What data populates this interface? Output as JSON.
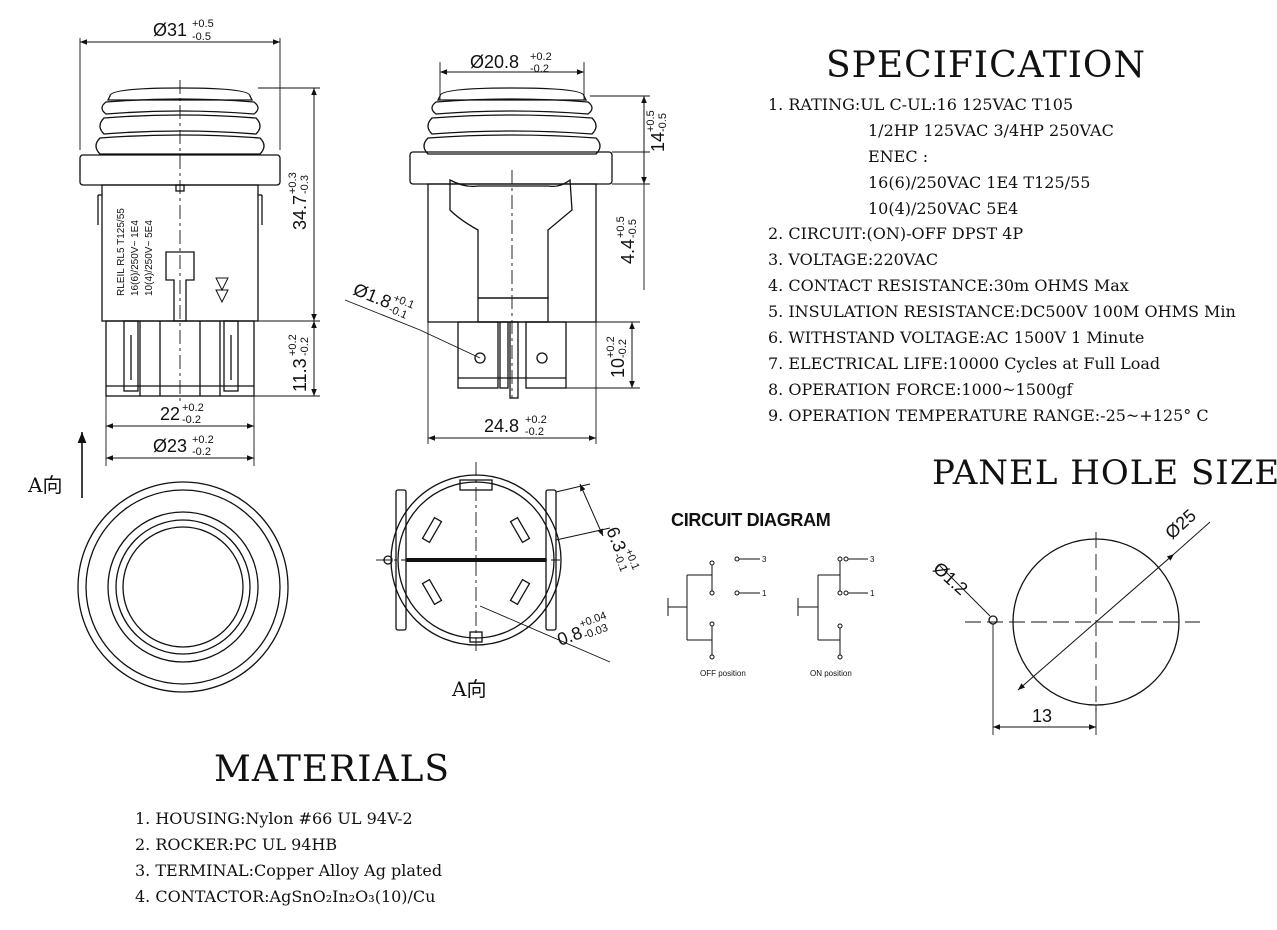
{
  "specification": {
    "title": "SPECIFICATION",
    "items": [
      "1. RATING:UL C-UL:16 125VAC T105",
      "1/2HP 125VAC 3/4HP 250VAC",
      "ENEC :",
      "16(6)/250VAC 1E4 T125/55",
      "10(4)/250VAC 5E4",
      "2. CIRCUIT:(ON)-OFF DPST 4P",
      "3. VOLTAGE:220VAC",
      "4. CONTACT RESISTANCE:30m OHMS Max",
      "5. INSULATION RESISTANCE:DC500V 100M OHMS Min",
      "6. WITHSTAND VOLTAGE:AC 1500V 1 Minute",
      "7. ELECTRICAL LIFE:10000 Cycles at Full Load",
      "8. OPERATION FORCE:1000~1500gf",
      "9. OPERATION TEMPERATURE RANGE:-25~+125° C"
    ]
  },
  "panel_hole": {
    "title": "PANEL HOLE SIZE",
    "dia_main": "Ø25",
    "dia_small": "Ø1.2",
    "offset": "13"
  },
  "circuit": {
    "title": "CIRCUIT DIAGRAM",
    "off_label": "OFF position",
    "on_label": "ON position",
    "terminal_3": "3",
    "terminal_1": "1"
  },
  "materials": {
    "title": "MATERIALS",
    "items": [
      "1. HOUSING:Nylon #66 UL 94V-2",
      "2. ROCKER:PC UL 94HB",
      "3. TERMINAL:Copper Alloy Ag plated",
      "4. CONTACTOR:AgSnO₂In₂O₃(10)/Cu"
    ]
  },
  "front_view": {
    "dia_top": "Ø31",
    "dia_top_tol": [
      "+0.5",
      "-0.5"
    ],
    "height": "34.7",
    "height_tol": [
      "+0.3",
      "-0.3"
    ],
    "term_len": "11.3",
    "term_len_tol": [
      "+0.2",
      "-0.2"
    ],
    "width_body": "22",
    "width_body_tol": [
      "+0.2",
      "-0.2"
    ],
    "dia_base": "Ø23",
    "dia_base_tol": [
      "+0.2",
      "-0.2"
    ],
    "body_mark_1": "RLEIL RL5 T125/55",
    "body_mark_2": "16(6)/250V~ 1E4",
    "body_mark_3": "10(4)/250V~ 5E4"
  },
  "side_view": {
    "dia_top": "Ø20.8",
    "dia_top_tol": [
      "+0.2",
      "-0.2"
    ],
    "cap_h": "14",
    "cap_h_tol": [
      "+0.5",
      "-0.5"
    ],
    "bezel_h": "4.4",
    "bezel_h_tol": [
      "+0.5",
      "-0.5"
    ],
    "hole": "Ø1.8",
    "hole_tol": [
      "+0.1",
      "-0.1"
    ],
    "term_len": "10",
    "term_len_tol": [
      "+0.2",
      "-0.2"
    ],
    "width": "24.8",
    "width_tol": [
      "+0.2",
      "-0.2"
    ]
  },
  "bottom_view": {
    "arrow_label": "A向",
    "view_label": "A向",
    "term_w": "6.3",
    "term_w_tol": [
      "+0.1",
      "-0.1"
    ],
    "term_t": "0.8",
    "term_t_tol": [
      "+0.04",
      "-0.03"
    ]
  }
}
